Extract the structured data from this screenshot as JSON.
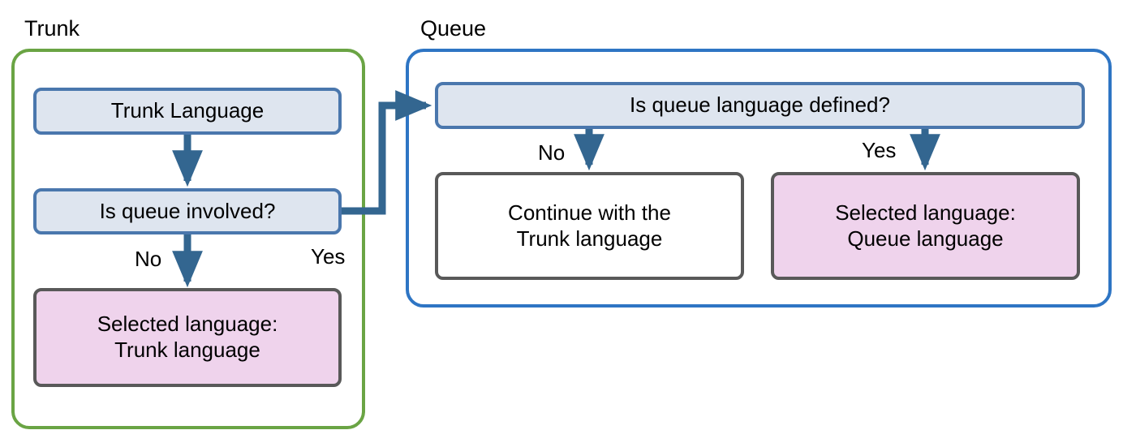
{
  "diagram": {
    "title_trunk": "Trunk",
    "title_queue": "Queue",
    "accent_green": "#6AA444",
    "accent_blue": "#2E75C4",
    "node_blue_fill": "#DEE5EF",
    "node_blue_border": "#4A77AD",
    "node_pink_fill": "#EFD3EC",
    "node_gray_border": "#595959",
    "connector_color": "#336690"
  },
  "trunk": {
    "label": "Trunk",
    "nodes": {
      "trunk_language": "Trunk Language",
      "is_queue_involved": "Is queue involved?",
      "selected_trunk_line1": "Selected language:",
      "selected_trunk_line2": "Trunk language"
    },
    "edges": {
      "no": "No",
      "yes": "Yes"
    }
  },
  "queue": {
    "label": "Queue",
    "nodes": {
      "is_queue_language_defined": "Is queue language defined?",
      "continue_trunk_line1": "Continue with the",
      "continue_trunk_line2": "Trunk language",
      "selected_queue_line1": "Selected language:",
      "selected_queue_line2": "Queue language"
    },
    "edges": {
      "no": "No",
      "yes": "Yes"
    }
  }
}
